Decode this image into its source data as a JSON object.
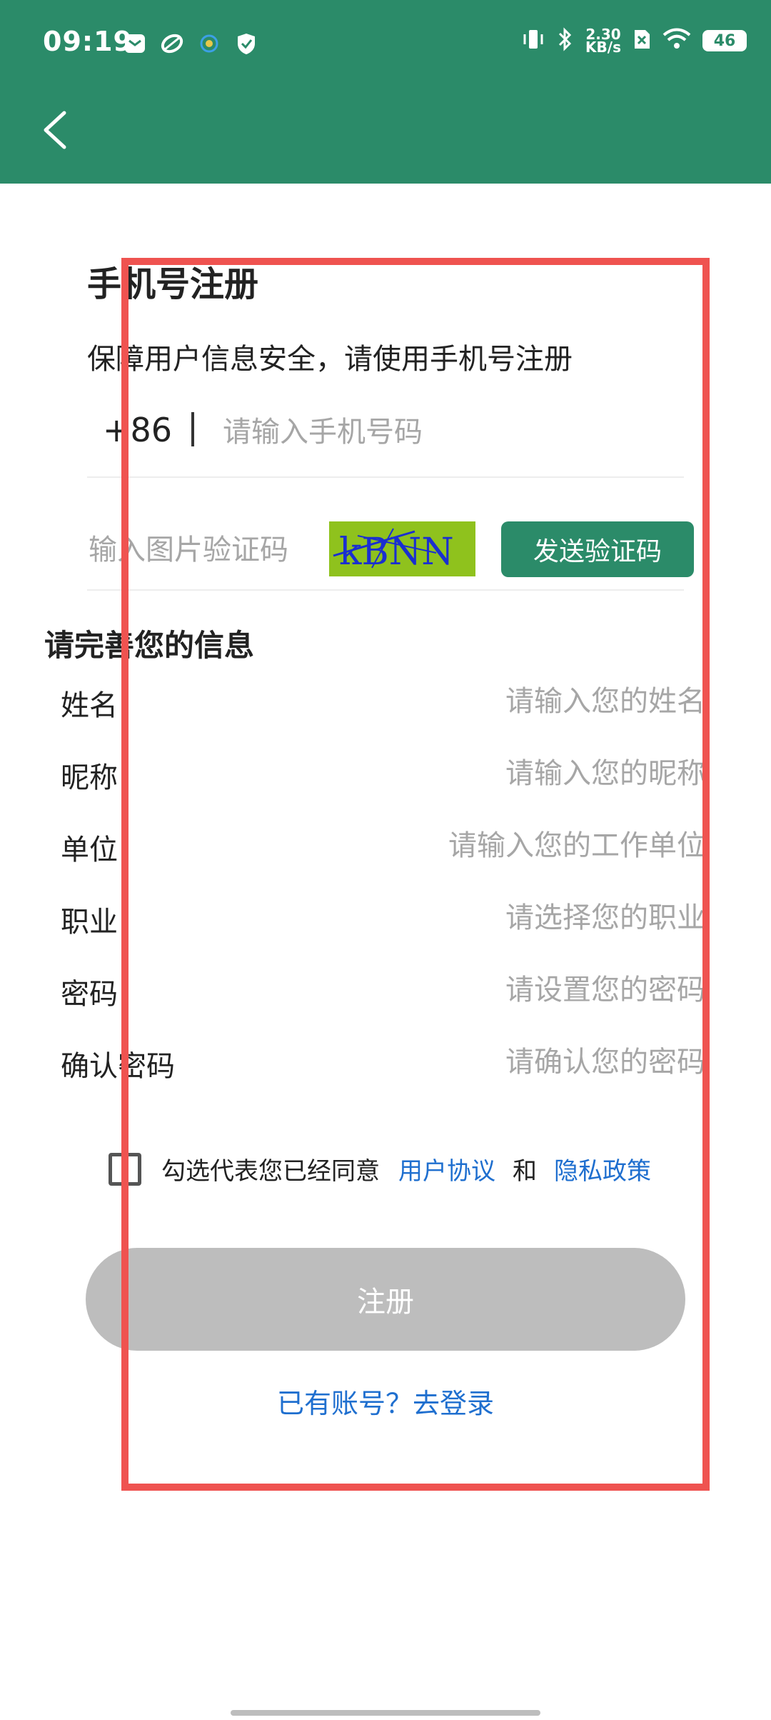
{
  "colors": {
    "header": "#2b8b69",
    "accent": "#2b8b69",
    "link": "#1f6fcf",
    "register_disabled": "#bdbdbd",
    "highlight": "#ef5350"
  },
  "status_bar": {
    "time": "09:19",
    "net_speed_value": "2.30",
    "net_speed_unit": "KB/s",
    "battery": "46",
    "left_icons": [
      "message-icon",
      "leaf-icon",
      "download-icon",
      "shield-check-icon"
    ],
    "right_icons": [
      "vibrate-icon",
      "bluetooth-icon",
      "no-sim-icon",
      "wifi-icon"
    ]
  },
  "header": {
    "back_icon": "chevron-left-icon"
  },
  "form": {
    "title": "手机号注册",
    "subtitle": "保障用户信息安全，请使用手机号注册",
    "country_code": "+86",
    "phone_placeholder": "请输入手机号码",
    "captcha_placeholder": "输入图片验证码",
    "captcha_text": "kBNN",
    "send_code": "发送验证码",
    "section_title": "请完善您的信息",
    "fields": [
      {
        "label": "姓名",
        "placeholder": "请输入您的姓名"
      },
      {
        "label": "昵称",
        "placeholder": "请输入您的昵称"
      },
      {
        "label": "单位",
        "placeholder": "请输入您的工作单位"
      },
      {
        "label": "职业",
        "placeholder": "请选择您的职业"
      },
      {
        "label": "密码",
        "placeholder": "请设置您的密码"
      },
      {
        "label": "确认密码",
        "placeholder": "请确认您的密码"
      }
    ],
    "agree_text": "勾选代表您已经同意",
    "user_agreement": "用户协议",
    "and": "和",
    "privacy_policy": "隐私政策",
    "register": "注册",
    "login_link": "已有账号？去登录"
  }
}
